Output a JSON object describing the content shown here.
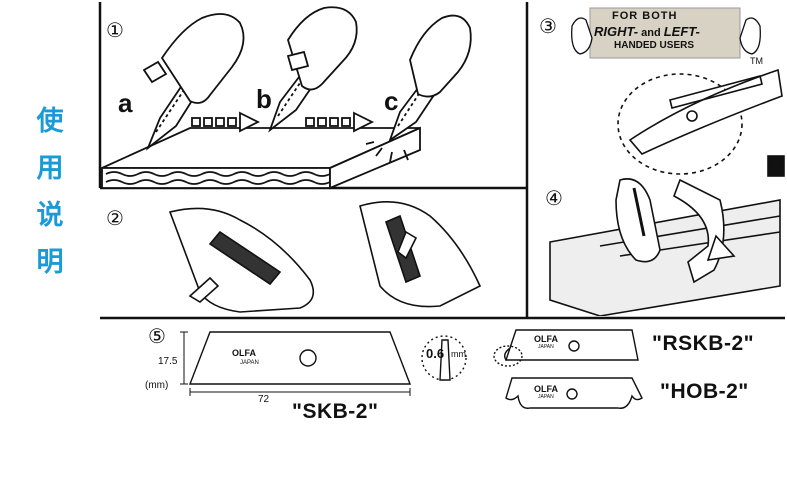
{
  "side_title": [
    "使",
    "用",
    "说",
    "明"
  ],
  "panels": {
    "p1": {
      "number": "①",
      "steps": [
        "a",
        "b",
        "c"
      ]
    },
    "p2": {
      "number": "②"
    },
    "p3": {
      "number": "③",
      "banner_line1": "FOR BOTH",
      "banner_line2_a": "RIGHT-",
      "banner_line2_b": " and ",
      "banner_line2_c": "LEFT-",
      "banner_line3": "HANDED USERS",
      "trademark": "TM"
    },
    "p4": {
      "number": "④"
    },
    "p5": {
      "number": "⑤",
      "height_label": "17.5",
      "unit_label": "(mm)",
      "width_label": "72",
      "thickness_value": "0.6",
      "thickness_unit": "mm",
      "blade_brand": "OLFA",
      "blade_origin": "JAPAN",
      "models": {
        "skb": "\"SKB-2\"",
        "rskb": "\"RSKB-2\"",
        "hob": "\"HOB-2\""
      }
    }
  },
  "colors": {
    "ink": "#111111",
    "side_title": "#1b9ad8",
    "paper": "#ffffff"
  }
}
